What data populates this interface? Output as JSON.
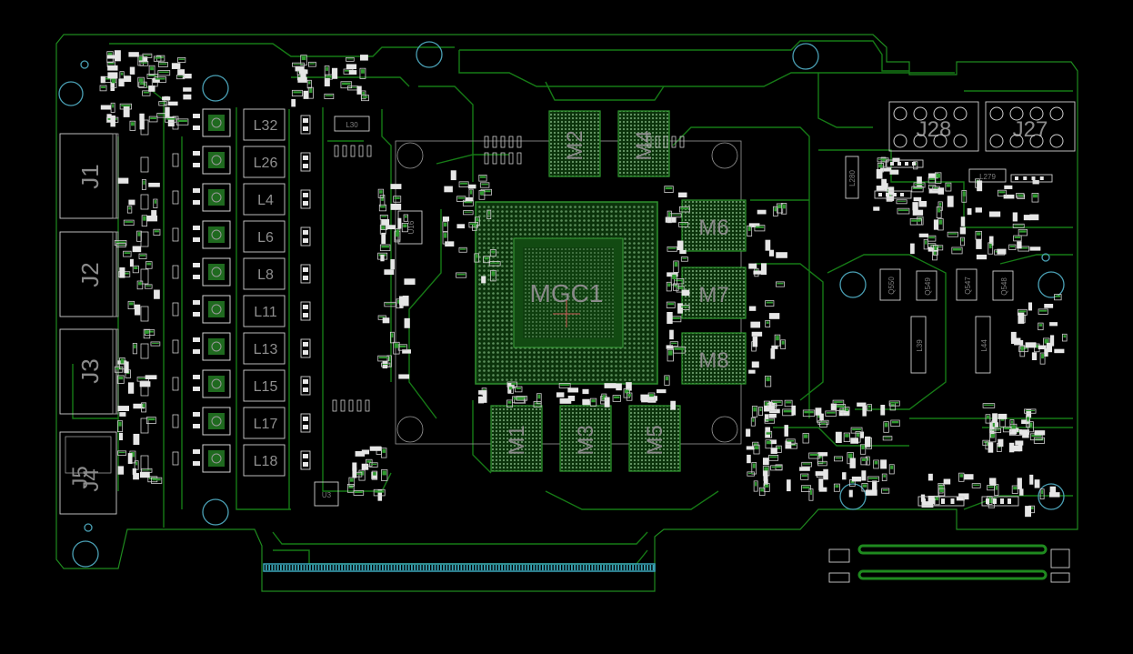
{
  "board": {
    "colors": {
      "background": "#000000",
      "outline": "#1f8a1f",
      "trace": "#167a16",
      "silkscreen": "#cfcfcf",
      "mounting_hole": "#4aa0b5",
      "pcie_fingers": "#3aa6b9",
      "bga_fill": "#0d3a0d"
    },
    "gpu": {
      "label": "MGC1"
    },
    "memory": [
      "M1",
      "M2",
      "M3",
      "M4",
      "M5",
      "M6",
      "M7",
      "M8"
    ],
    "connectors": [
      "J1",
      "J2",
      "J3",
      "J4",
      "J5",
      "J27",
      "J28"
    ],
    "inductors": [
      "L32",
      "L26",
      "L4",
      "L6",
      "L8",
      "L11",
      "L13",
      "L15",
      "L17",
      "L18"
    ],
    "misc_labels": [
      "L30",
      "L39",
      "L44",
      "L279",
      "L280",
      "U16",
      "U3",
      "Q547",
      "Q548",
      "Q549",
      "Q550"
    ]
  }
}
